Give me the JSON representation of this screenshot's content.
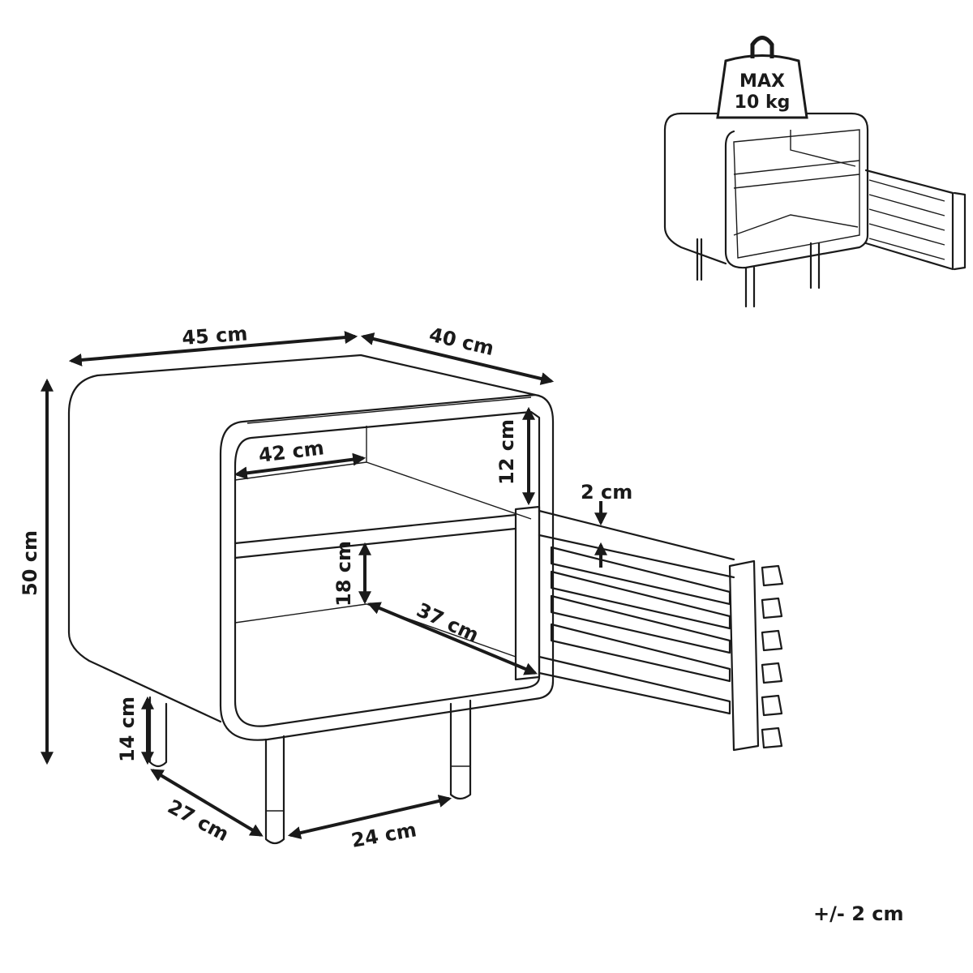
{
  "dimensions": {
    "width": "45 cm",
    "depth": "40 cm",
    "height": "50 cm",
    "inner_width": "42 cm",
    "upper_compartment_height": "12 cm",
    "door_thickness": "2 cm",
    "lower_compartment_height": "18 cm",
    "inner_depth": "37 cm",
    "leg_height": "14 cm",
    "leg_spacing_depth": "27 cm",
    "leg_spacing_width": "24 cm"
  },
  "load": {
    "line1": "MAX",
    "line2": "10 kg"
  },
  "tolerance": "+/- 2 cm"
}
